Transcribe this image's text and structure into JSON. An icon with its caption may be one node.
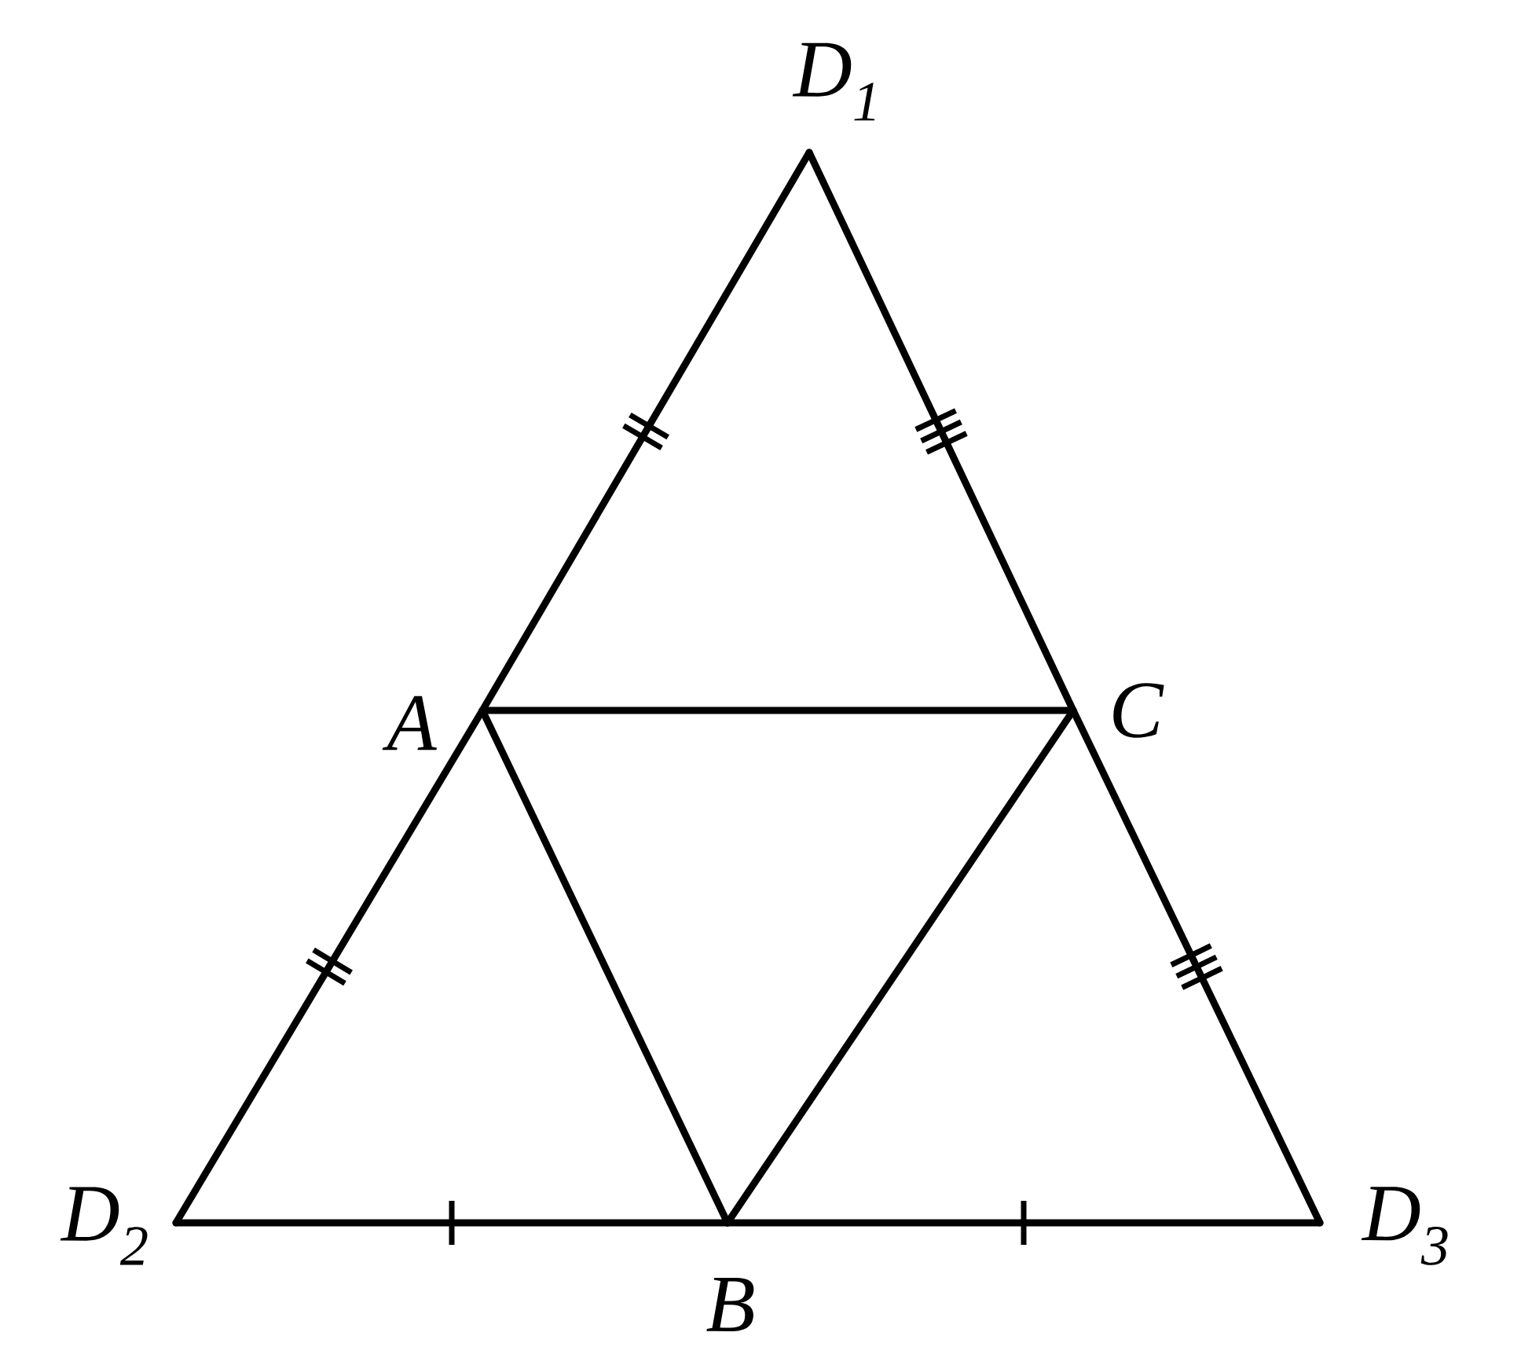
{
  "diagram": {
    "nodes": [
      {
        "text": [
          "D$_{1}$"
        ]
      },
      {
        "text": [
          "A"
        ]
      },
      {
        "text": [
          "C"
        ]
      },
      {
        "text": [
          "D$_{2}$"
        ]
      },
      {
        "text": [
          "B"
        ]
      },
      {
        "text": [
          "D$_{3}$"
        ]
      }
    ],
    "edges": [
      {
        "from": 0,
        "to": 1,
        "arrow": "none"
      },
      {
        "from": 1,
        "to": 3,
        "arrow": "none"
      },
      {
        "from": 3,
        "to": 4,
        "arrow": "none"
      },
      {
        "from": 4,
        "to": 5,
        "arrow": "none"
      },
      {
        "from": 5,
        "to": 2,
        "arrow": "none"
      },
      {
        "from": 2,
        "to": 0,
        "arrow": "none"
      },
      {
        "from": 1,
        "to": 2,
        "arrow": "none"
      },
      {
        "from": 1,
        "to": 4,
        "arrow": "none"
      },
      {
        "from": 4,
        "to": 2,
        "arrow": "none"
      }
    ]
  }
}
